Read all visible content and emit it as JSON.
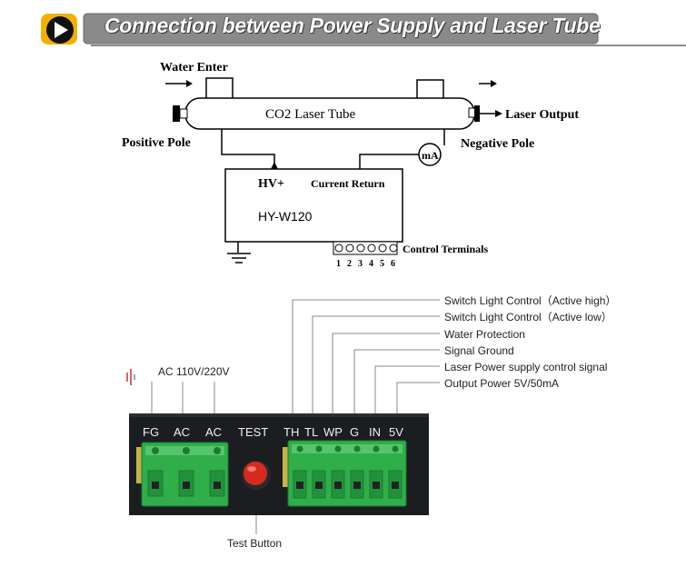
{
  "banner": {
    "title": "Connection between Power Supply and Laser Tube"
  },
  "wiring": {
    "water_enter": "Water Enter",
    "tube_label": "CO2 Laser Tube",
    "laser_output": "Laser Output",
    "positive_pole": "Positive Pole",
    "negative_pole": "Negative Pole",
    "ammeter": "mA",
    "hv_plus": "HV+",
    "current_return": "Current Return",
    "model": "HY-W120",
    "control_terminals": "Control Terminals",
    "terminal_numbers": [
      "1",
      "2",
      "3",
      "4",
      "5",
      "6"
    ]
  },
  "panel": {
    "ac_input": "AC 110V/220V",
    "left_terminals": [
      "FG",
      "AC",
      "AC"
    ],
    "test_label": "TEST",
    "right_terminals": [
      "TH",
      "TL",
      "WP",
      "G",
      "IN",
      "5V"
    ],
    "callouts": [
      "Switch Light Control（Active high）",
      "Switch Light Control（Active low）",
      "Water Protection",
      "Signal Ground",
      "Laser Power supply control signal",
      "Output Power 5V/50mA"
    ],
    "test_button_caption": "Test Button"
  },
  "colors": {
    "banner_bg": "#8a8a8a",
    "banner_accent": "#f2b100",
    "panel_bg": "#1c1d21",
    "terminal_green": "#2fae4a",
    "test_button": "#d62b1e"
  }
}
